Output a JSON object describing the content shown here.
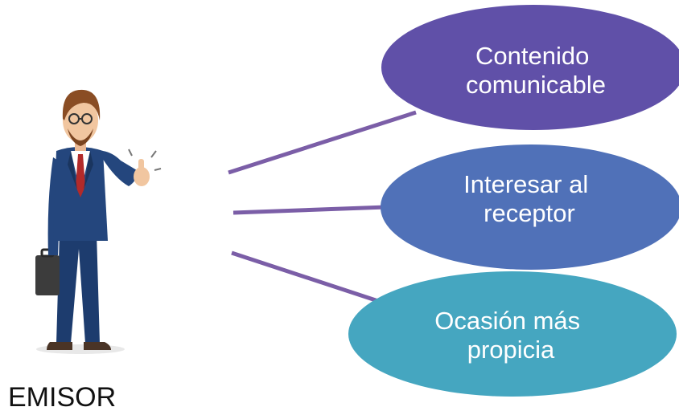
{
  "diagram": {
    "sender_label": "EMISOR",
    "connector_color": "#7b5ea7",
    "nodes": [
      {
        "line1": "Contenido",
        "line2": "comunicable",
        "color": "#6050a8"
      },
      {
        "line1": "Interesar al",
        "line2": "receptor",
        "color": "#5071b8"
      },
      {
        "line1": "Ocasión  más",
        "line2": "propicia",
        "color": "#45a6c0"
      }
    ]
  }
}
